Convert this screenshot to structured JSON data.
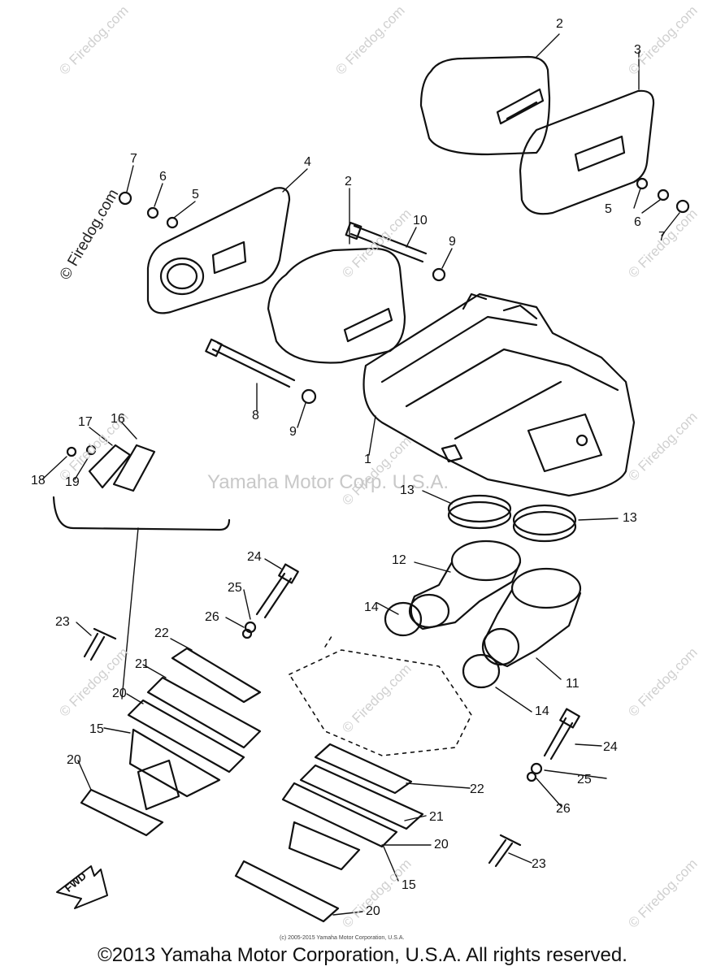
{
  "watermarks": {
    "site": "© Firedog.com",
    "brand": "Yamaha Motor Corp. U.S.A."
  },
  "callouts": [
    {
      "id": "c2a",
      "text": "2"
    },
    {
      "id": "c3",
      "text": "3"
    },
    {
      "id": "c7a",
      "text": "7"
    },
    {
      "id": "c6a",
      "text": "6"
    },
    {
      "id": "c5a",
      "text": "5"
    },
    {
      "id": "c4",
      "text": "4"
    },
    {
      "id": "c2b",
      "text": "2"
    },
    {
      "id": "c10",
      "text": "10"
    },
    {
      "id": "c9a",
      "text": "9"
    },
    {
      "id": "c5b",
      "text": "5"
    },
    {
      "id": "c6b",
      "text": "6"
    },
    {
      "id": "c7b",
      "text": "7"
    },
    {
      "id": "c8",
      "text": "8"
    },
    {
      "id": "c9b",
      "text": "9"
    },
    {
      "id": "c1",
      "text": "1"
    },
    {
      "id": "c17",
      "text": "17"
    },
    {
      "id": "c16",
      "text": "16"
    },
    {
      "id": "c18",
      "text": "18"
    },
    {
      "id": "c19",
      "text": "19"
    },
    {
      "id": "c13a",
      "text": "13"
    },
    {
      "id": "c13b",
      "text": "13"
    },
    {
      "id": "c12",
      "text": "12"
    },
    {
      "id": "c24a",
      "text": "24"
    },
    {
      "id": "c25a",
      "text": "25"
    },
    {
      "id": "c26a",
      "text": "26"
    },
    {
      "id": "c14a",
      "text": "14"
    },
    {
      "id": "c23a",
      "text": "23"
    },
    {
      "id": "c22a",
      "text": "22"
    },
    {
      "id": "c21a",
      "text": "21"
    },
    {
      "id": "c11",
      "text": "11"
    },
    {
      "id": "c20a",
      "text": "20"
    },
    {
      "id": "c15a",
      "text": "15"
    },
    {
      "id": "c14b",
      "text": "14"
    },
    {
      "id": "c24b",
      "text": "24"
    },
    {
      "id": "c25b",
      "text": "25"
    },
    {
      "id": "c20b",
      "text": "20"
    },
    {
      "id": "c22b",
      "text": "22"
    },
    {
      "id": "c26b",
      "text": "26"
    },
    {
      "id": "c21b",
      "text": "21"
    },
    {
      "id": "c20c",
      "text": "20"
    },
    {
      "id": "c23b",
      "text": "23"
    },
    {
      "id": "c15b",
      "text": "15"
    },
    {
      "id": "c20d",
      "text": "20"
    }
  ],
  "fwd_label": "FWD",
  "small_copyright": "(c) 2005-2015 Yamaha Motor Corporation, U.S.A.",
  "footer": "©2013 Yamaha Motor Corporation, U.S.A. All rights reserved."
}
